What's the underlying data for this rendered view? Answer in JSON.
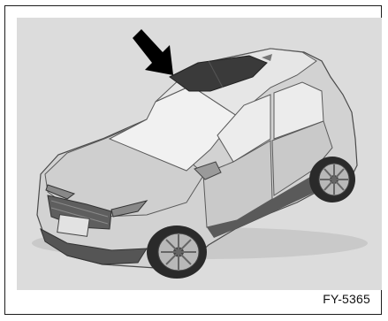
{
  "figure": {
    "code": "FY-5365",
    "subject": "car-illustration",
    "callout": "arrow-pointing-to-sunroof"
  },
  "colors": {
    "panel_bg": "#dcdcdc",
    "body_light": "#d2d2d2",
    "body_mid": "#b3b3b3",
    "body_dark": "#555555",
    "glass": "#ececec",
    "sunroof": "#3a3a3a",
    "arrow": "#000000"
  }
}
